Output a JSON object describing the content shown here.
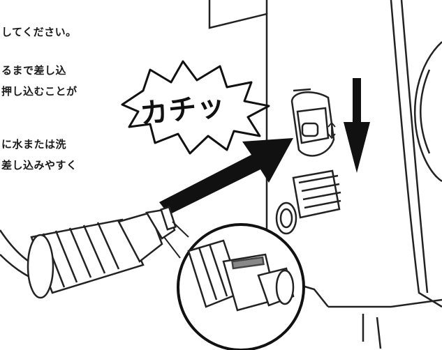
{
  "instructions": {
    "line1": "してください。",
    "line2": "るまで差し込",
    "line3": "押し込むことが",
    "line4": "に水または洗",
    "line5": "差し込みやすく"
  },
  "burst": {
    "label": "カチッ"
  },
  "icons": {
    "push_arrow": "arrow-icon",
    "down_arrow": "arrow-down-icon",
    "release_indicator": "rotate-icon"
  }
}
